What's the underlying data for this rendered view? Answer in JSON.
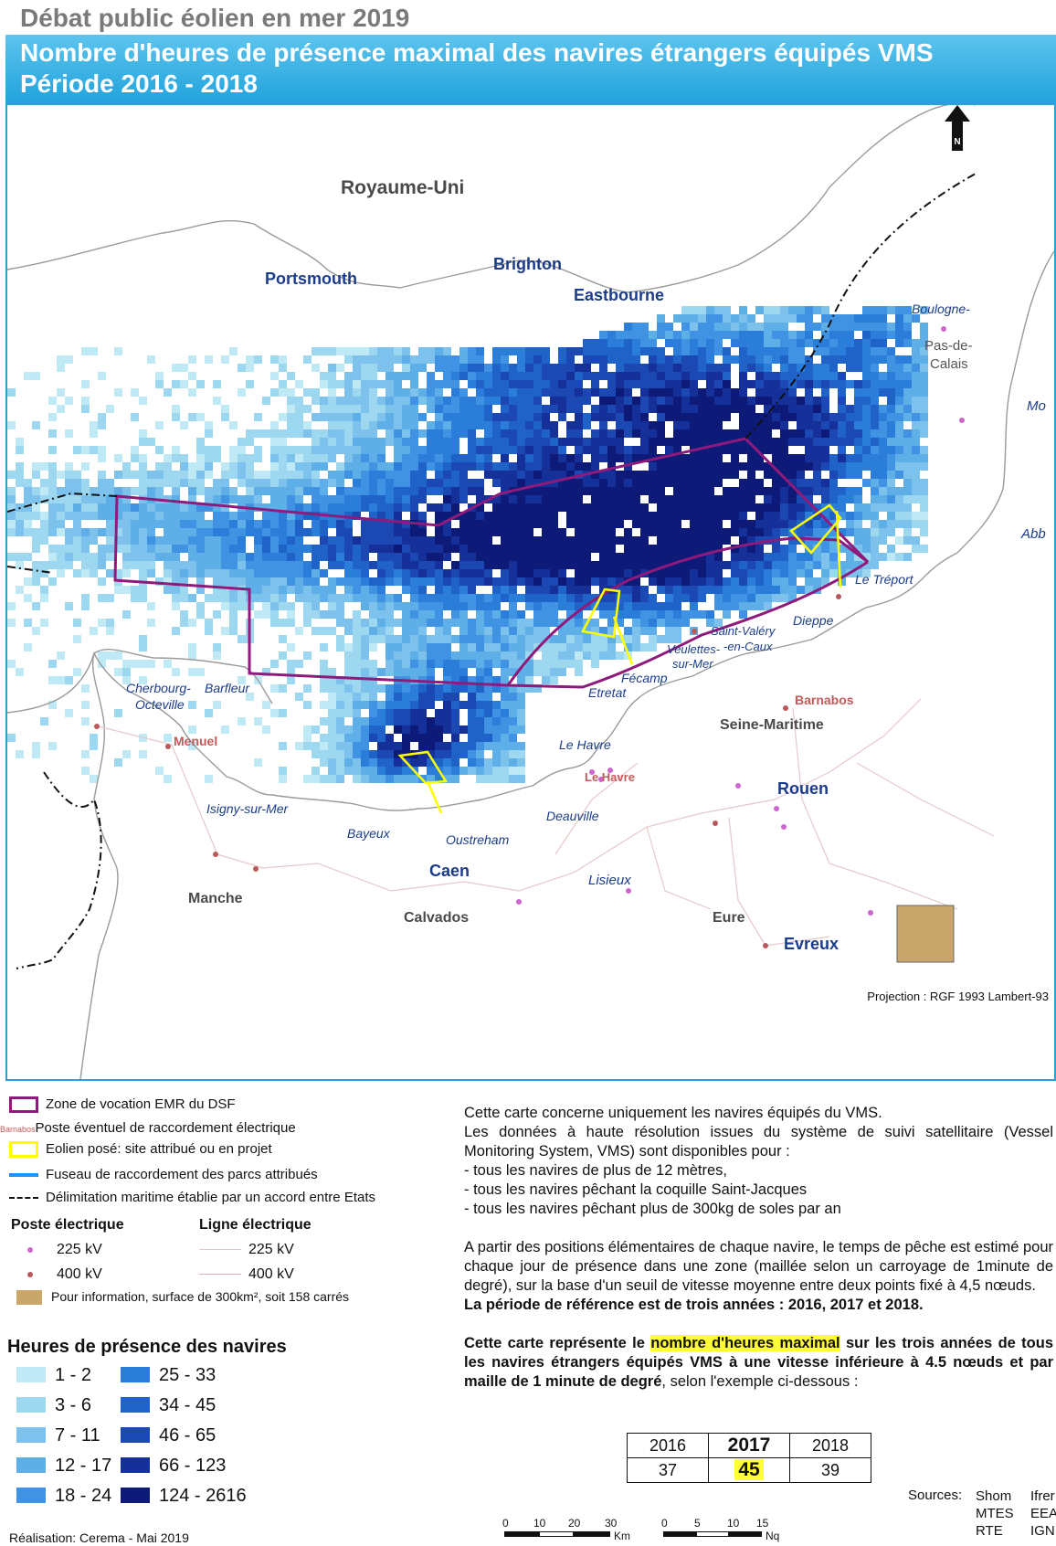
{
  "header": {
    "top_title": "Débat public éolien en mer 2019",
    "title_line1": "Nombre d'heures de présence maximal des navires étrangers équipés VMS",
    "title_line2": "Période 2016 - 2018"
  },
  "map": {
    "country_label": "Royaume-Uni",
    "cities_bold": [
      "Portsmouth",
      "Brighton",
      "Eastbourne",
      "Caen",
      "Rouen",
      "Evreux"
    ],
    "towns_italic": [
      "Boulogne-",
      "Le Tréport",
      "Dieppe",
      "Saint-Valéry",
      "-en-Caux",
      "Veulettes-",
      "sur-Mer",
      "Fécamp",
      "Etretat",
      "Le Havre",
      "Deauville",
      "Lisieux",
      "Oustreham",
      "Bayeux",
      "Isigny-sur-Mer",
      "Cherbourg-",
      "Octeville",
      "Barfleur",
      "Mo",
      "Abb"
    ],
    "departments": [
      "Seine-Maritime",
      "Calvados",
      "Manche",
      "Eure",
      "Pas-de-",
      "Calais"
    ],
    "postes": [
      "Menuel",
      "Barnabos",
      "Le Havre"
    ],
    "projection": "Projection : RGF 1993 Lambert-93",
    "north_letter": "N"
  },
  "legend": {
    "zone_emr": "Zone de vocation EMR du DSF",
    "poste_small": "Barnabos",
    "poste_raccordement": "Poste éventuel de raccordement électrique",
    "eolien": "Eolien posé: site attribué ou en projet",
    "fuseau": "Fuseau de raccordement des parcs attribués",
    "delimitation": "Délimitation maritime établie par un accord entre Etats",
    "poste_header": "Poste électrique",
    "ligne_header": "Ligne électrique",
    "kv225": "225 kV",
    "kv400": "400 kV",
    "surface_info": "Pour information, surface de 300km², soit 158 carrés",
    "hours_title": "Heures de présence des navires",
    "hours_classes": [
      {
        "label": "1 - 2",
        "color": "#bfeaf5"
      },
      {
        "label": "3 - 6",
        "color": "#9ed7f0"
      },
      {
        "label": "7 - 11",
        "color": "#7cc2ec"
      },
      {
        "label": "12 - 17",
        "color": "#5eaee8"
      },
      {
        "label": "18 - 24",
        "color": "#3f93e2"
      },
      {
        "label": "25 - 33",
        "color": "#2a7ed9"
      },
      {
        "label": "34 - 45",
        "color": "#1f62c8"
      },
      {
        "label": "46 - 65",
        "color": "#1c48b4"
      },
      {
        "label": "66 - 123",
        "color": "#16309a"
      },
      {
        "label": "124 - 2616",
        "color": "#0d1a78"
      }
    ]
  },
  "colors": {
    "emr_zone": "#8e1a7c",
    "eolien": "#ffff00",
    "fuseau": "#1e90ff",
    "poste_225": "#cc66cc",
    "poste_400": "#b85a5a",
    "sand": "#c9a76a",
    "banner": "#2aa7de"
  },
  "text": {
    "p1": "Cette carte concerne uniquement les navires équipés du VMS.",
    "p2": "Les données à haute résolution issues du système de suivi satellitaire (Vessel Monitoring System, VMS) sont disponibles pour :",
    "b1": "- tous les navires de plus de 12 mètres,",
    "b2": "- tous les navires pêchant la coquille Saint-Jacques",
    "b3": "- tous les navires pêchant plus de 300kg de soles par an",
    "p3": "A partir des positions élémentaires de chaque navire, le temps de pêche est estimé pour chaque jour de présence dans une zone (maillée selon un carroyage de 1minute de degré), sur la base d'un seuil de vitesse moyenne entre deux points fixé à 4,5 nœuds.",
    "p4": "La période de référence est de trois années : 2016, 2017 et 2018.",
    "p5a": "Cette carte représente le ",
    "p5b": "nombre d'heures maximal",
    "p5c": " sur les trois années de tous les navires étrangers équipés VMS à une vitesse inférieure à 4.5 nœuds et par maille de 1 minute de degré",
    "p5d": ", selon l'exemple ci-dessous :"
  },
  "example": {
    "years": [
      "2016",
      "2017",
      "2018"
    ],
    "values": [
      "37",
      "45",
      "39"
    ]
  },
  "scale": {
    "km_ticks": [
      "0",
      "10",
      "20",
      "30"
    ],
    "km_unit": "Km",
    "nq_ticks": [
      "0",
      "5",
      "10",
      "15"
    ],
    "nq_unit": "Nq"
  },
  "sources": {
    "label": "Sources:",
    "col1": [
      "Shom",
      "MTES",
      "RTE"
    ],
    "col2": [
      "Ifrer",
      "EEA",
      "IGN"
    ]
  },
  "footer": {
    "realisation": "Réalisation: Cerema - Mai 2019"
  }
}
